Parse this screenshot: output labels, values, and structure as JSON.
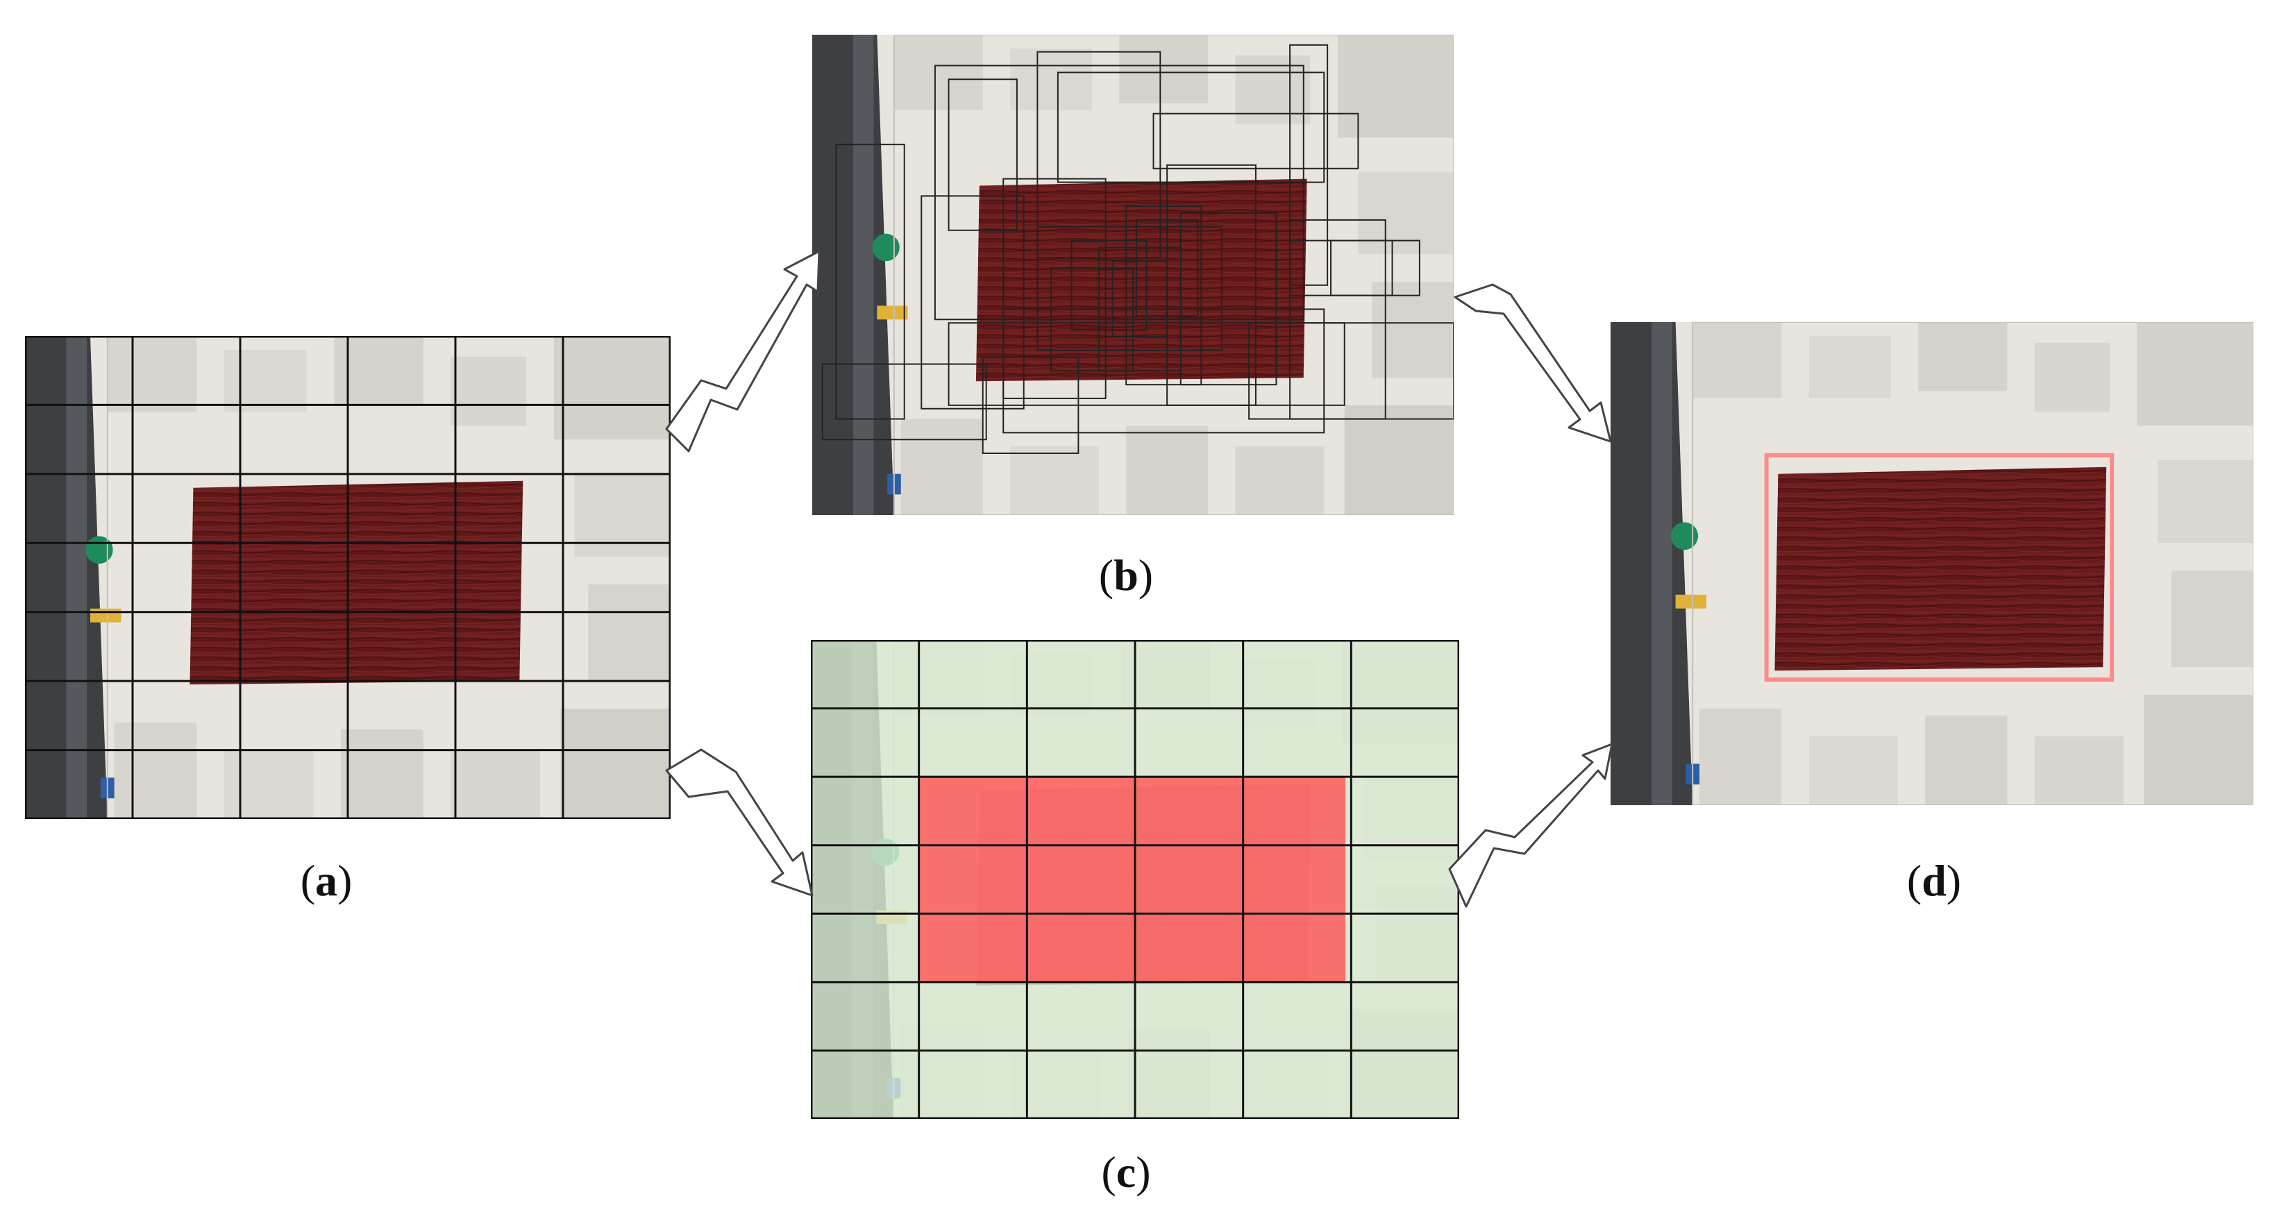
{
  "panels": [
    {
      "id": "a",
      "caption_open": "(",
      "caption_letter": "a",
      "caption_close": ")",
      "grid": {
        "cols": 6,
        "rows": 7
      }
    },
    {
      "id": "b",
      "caption_open": "(",
      "caption_letter": "b",
      "caption_close": ")"
    },
    {
      "id": "c",
      "caption_open": "(",
      "caption_letter": "c",
      "caption_close": ")",
      "grid": {
        "cols": 6,
        "rows": 7
      }
    },
    {
      "id": "d",
      "caption_open": "(",
      "caption_letter": "d",
      "caption_close": ")"
    }
  ],
  "colors": {
    "board": "#e9e6e0",
    "board_shadow": "#c9c6c0",
    "rail": "#3d3f42",
    "wood": "#6f1e1e",
    "wood_dark": "#4a1010",
    "grid_line": "#111111",
    "proposal_box": "#222222",
    "c_tint": "#d9ead3",
    "c_highlight": "#ff6b6b",
    "d_box": "#ff8a8a",
    "arrow_fill": "#ffffff",
    "arrow_stroke": "#444444"
  }
}
